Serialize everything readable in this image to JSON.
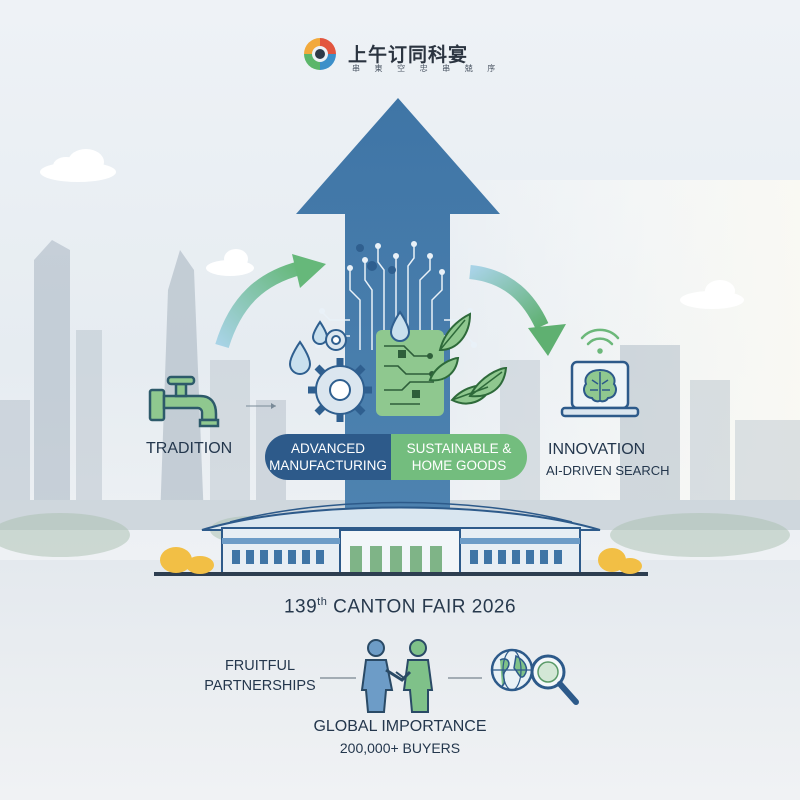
{
  "brand": {
    "name": "上午订同科宴",
    "tagline": "串 東 空 忠 串 兢 序"
  },
  "left_label": "TRADITION",
  "right_label": "INNOVATION",
  "right_sublabel": "AI-DRIVEN SEARCH",
  "pill": {
    "left": [
      "ADVANCED",
      "MANUFACTURING"
    ],
    "right": [
      "SUSTAINABLE &",
      "HOME GOODS"
    ]
  },
  "fair": {
    "number": "139",
    "suffix": "th",
    "title": "CANTON FAIR 2026"
  },
  "partnerships": [
    "FRUITFUL",
    "PARTNERSHIPS"
  ],
  "global": {
    "title": "GLOBAL IMPORTANCE",
    "buyers": "200,000+ BUYERS"
  },
  "colors": {
    "arrow_blue": "#3a6e9e",
    "dark_blue": "#2d5a8a",
    "green": "#73bd7e",
    "text": "#24374d"
  },
  "icons": [
    "brand-logo-icon",
    "faucet-icon",
    "water-drop-icon",
    "gear-icon",
    "leaf-icon",
    "circuit-icon",
    "wifi-icon",
    "ai-brain-laptop-icon",
    "handshake-icon",
    "globe-icon",
    "magnifier-icon",
    "cloud-icon",
    "exhibition-hall-icon"
  ]
}
